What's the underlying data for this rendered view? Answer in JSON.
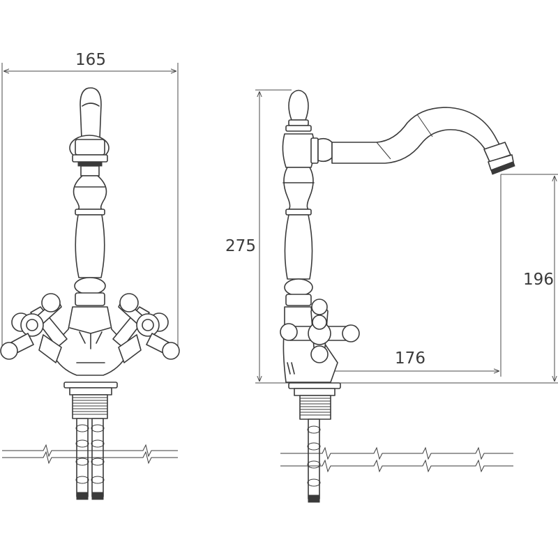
{
  "dimensions": {
    "width_front": "165",
    "height_total": "275",
    "spout_height": "196",
    "spout_reach": "176"
  }
}
